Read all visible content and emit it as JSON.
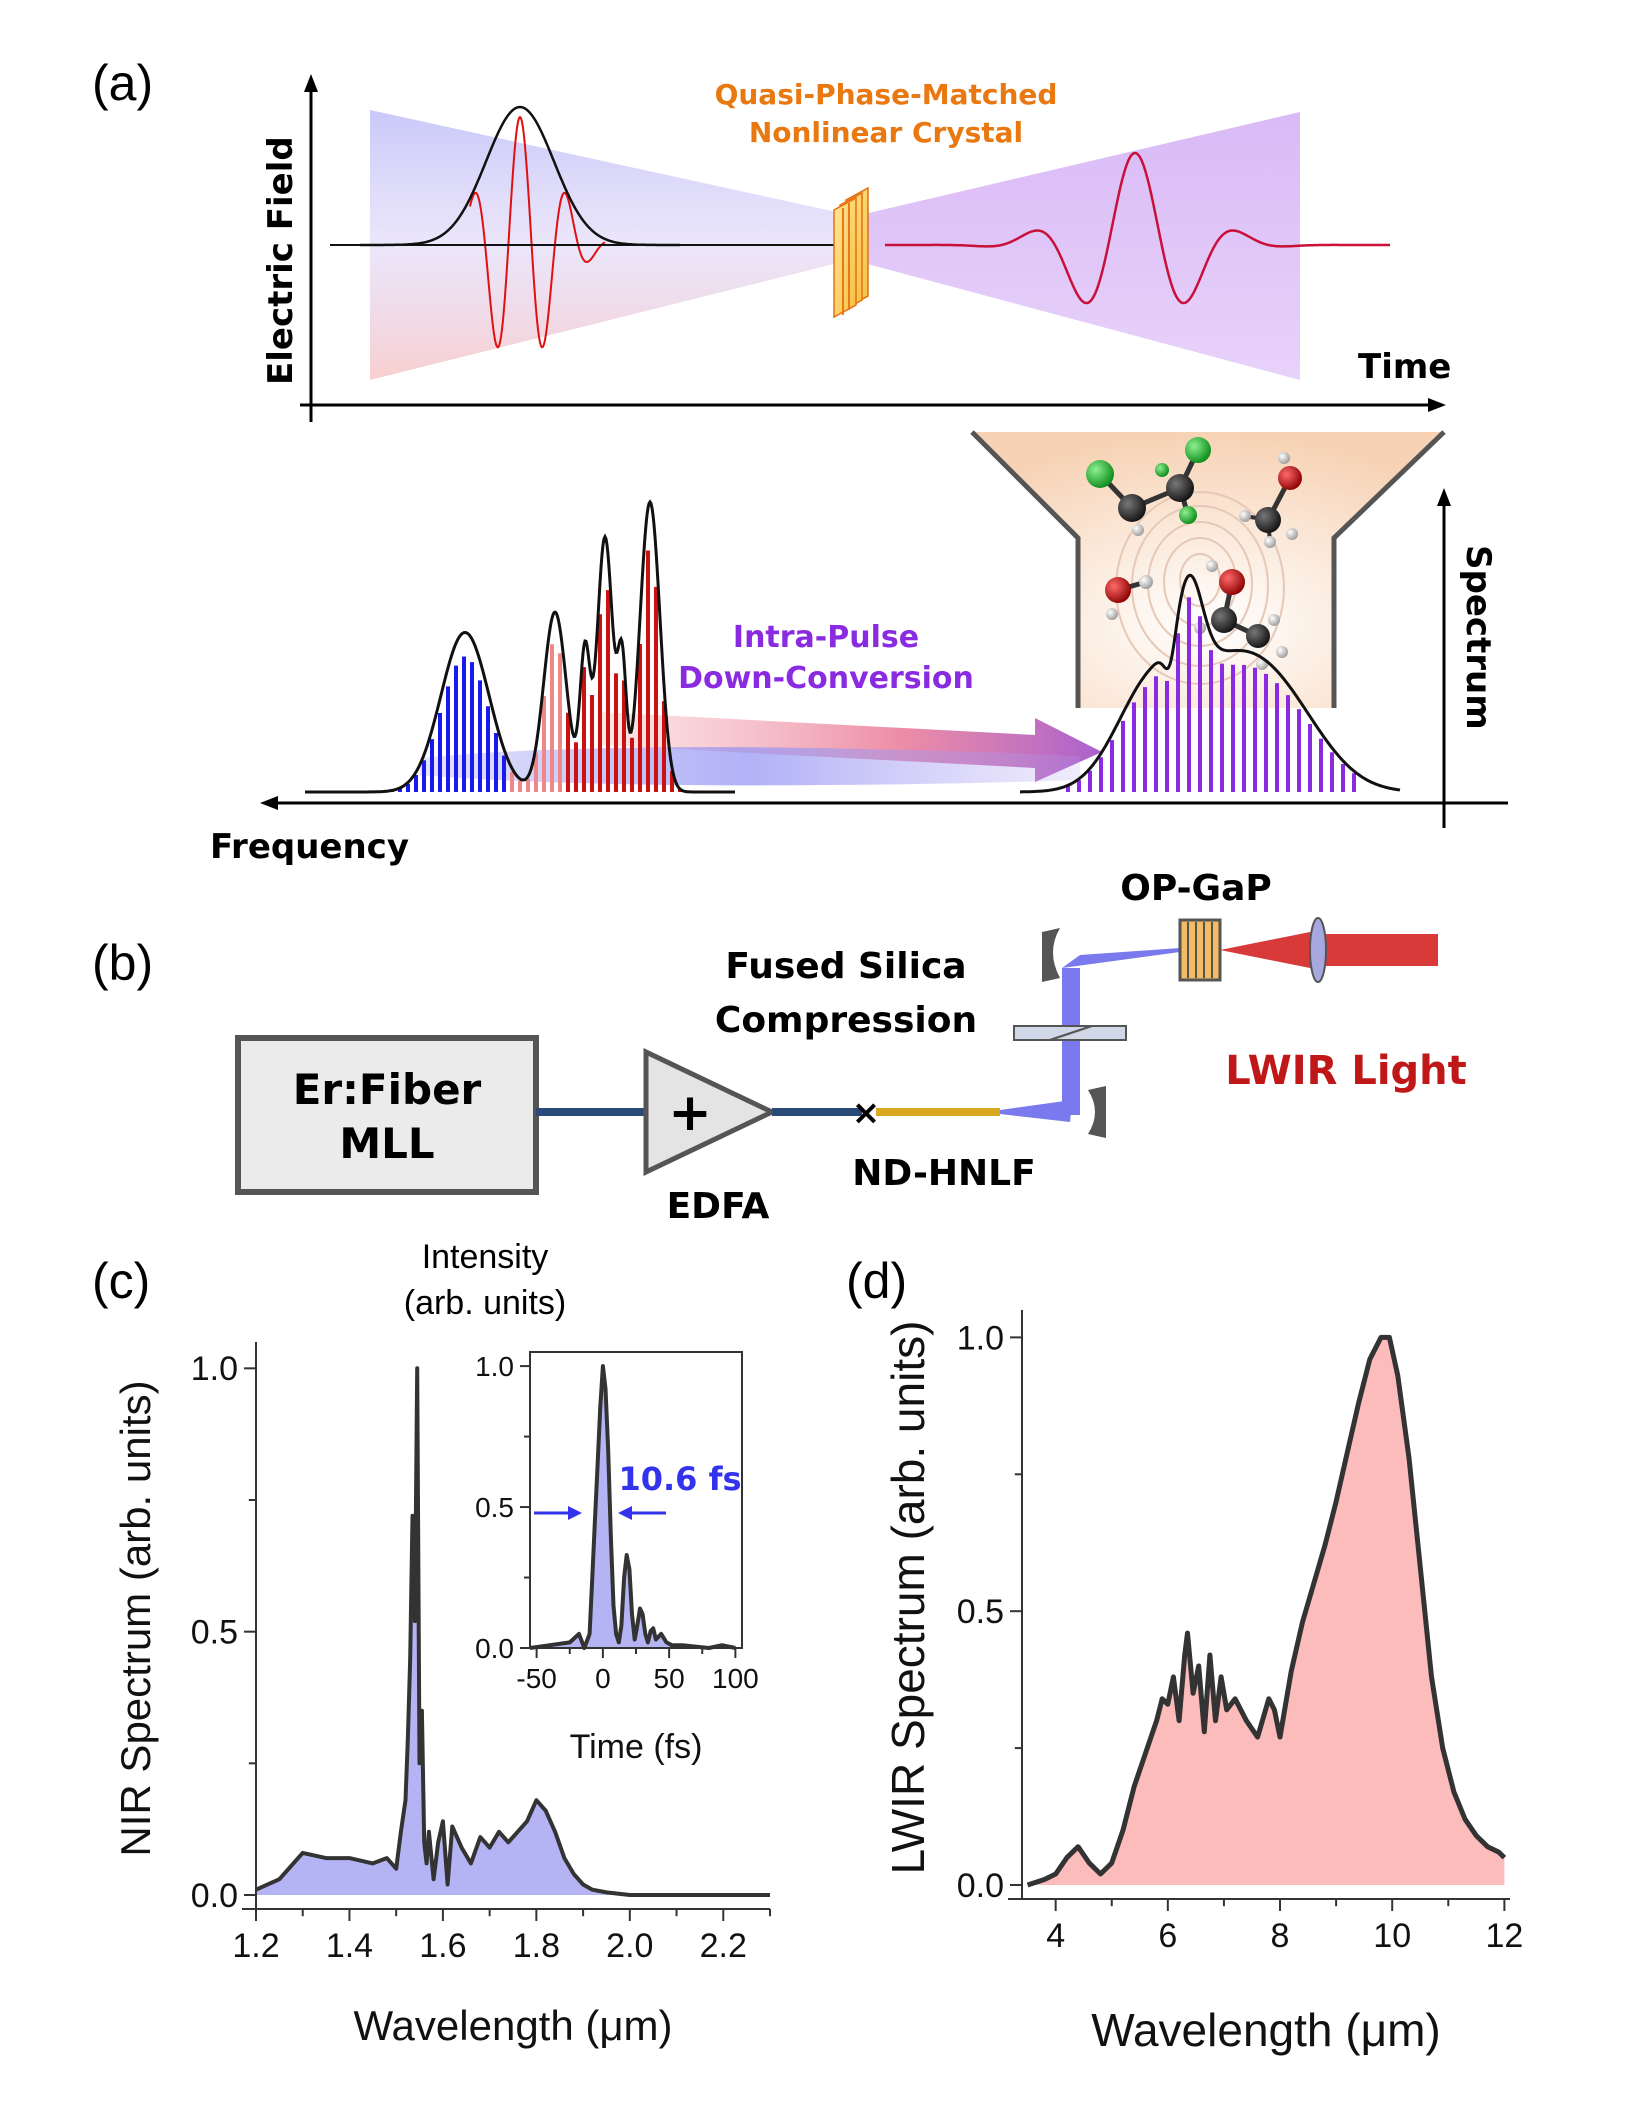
{
  "panels": {
    "a": {
      "label": "(a)",
      "y_axis": "Electric Field",
      "x_axis": "Time",
      "crystal_line1": "Quasi-Phase-Matched",
      "crystal_line2": "Nonlinear Crystal",
      "process_line1": "Intra-Pulse",
      "process_line2": "Down-Conversion",
      "freq_axis": "Frequency",
      "spec_axis": "Spectrum"
    },
    "b": {
      "label": "(b)",
      "laser_line1": "Er:Fiber",
      "laser_line2": "MLL",
      "amp": "EDFA",
      "amp_symbol": "+",
      "splice_symbol": "×",
      "fiber": "ND-HNLF",
      "compression_line1": "Fused Silica",
      "compression_line2": "Compression",
      "crystal": "OP-GaP",
      "output": "LWIR Light"
    },
    "c": {
      "label": "(c)",
      "inset_title_line1": "Intensity",
      "inset_title_line2": "(arb. units)",
      "fwhm_label": "10.6 fs"
    },
    "d": {
      "label": "(d)"
    }
  },
  "colors": {
    "blue": "#1a1aee",
    "red": "#cc1111",
    "purple": "#8a2be2",
    "orange": "#e87a10",
    "nir_fill": "#b4b4f4",
    "lwir_fill": "#fdbcbc",
    "curve": "#333333",
    "lwir_text": "#c01818",
    "fwhm_text": "#3333ee"
  },
  "chart_data": [
    {
      "type": "area",
      "xlabel": "Wavelength (μm)",
      "ylabel": "NIR Spectrum (arb. units)",
      "xlim": [
        1.2,
        2.3
      ],
      "ylim": [
        0,
        1.05
      ],
      "xticks": [
        1.2,
        1.4,
        1.6,
        1.8,
        2.0,
        2.2
      ],
      "xtick_labels": [
        "1.2",
        "1.4",
        "1.6",
        "1.8",
        "2.0",
        "2.2"
      ],
      "yticks": [
        0.0,
        0.5,
        1.0
      ],
      "ytick_labels": [
        "0.0",
        "0.5",
        "1.0"
      ],
      "x": [
        1.2,
        1.25,
        1.3,
        1.35,
        1.4,
        1.45,
        1.48,
        1.5,
        1.51,
        1.52,
        1.525,
        1.53,
        1.535,
        1.54,
        1.545,
        1.55,
        1.555,
        1.56,
        1.565,
        1.57,
        1.58,
        1.59,
        1.6,
        1.61,
        1.62,
        1.64,
        1.66,
        1.68,
        1.7,
        1.72,
        1.74,
        1.76,
        1.78,
        1.8,
        1.82,
        1.84,
        1.86,
        1.88,
        1.9,
        1.92,
        1.95,
        2.0,
        2.1,
        2.2,
        2.3
      ],
      "y": [
        0.01,
        0.03,
        0.08,
        0.07,
        0.07,
        0.06,
        0.07,
        0.05,
        0.12,
        0.18,
        0.3,
        0.45,
        0.72,
        0.52,
        1.0,
        0.25,
        0.35,
        0.1,
        0.06,
        0.12,
        0.03,
        0.1,
        0.14,
        0.02,
        0.13,
        0.09,
        0.06,
        0.11,
        0.09,
        0.12,
        0.1,
        0.12,
        0.14,
        0.18,
        0.16,
        0.12,
        0.07,
        0.04,
        0.02,
        0.01,
        0.005,
        0.0,
        0.0,
        0.0,
        0.0
      ],
      "inset": {
        "type": "area",
        "xlabel": "Time (fs)",
        "xlim": [
          -55,
          105
        ],
        "ylim": [
          0,
          1.05
        ],
        "xticks": [
          -50,
          0,
          50,
          100
        ],
        "xtick_labels": [
          "-50",
          "0",
          "50",
          "100"
        ],
        "yticks": [
          0.0,
          0.5,
          1.0
        ],
        "ytick_labels": [
          "0.0",
          "0.5",
          "1.0"
        ],
        "x": [
          -55,
          -40,
          -25,
          -18,
          -14,
          -10,
          -8,
          -6,
          -4,
          -2,
          0,
          2,
          4,
          6,
          8,
          10,
          12,
          14,
          16,
          18,
          20,
          22,
          24,
          26,
          28,
          30,
          32,
          34,
          36,
          38,
          40,
          44,
          48,
          52,
          60,
          70,
          80,
          90,
          100
        ],
        "y": [
          0.0,
          0.01,
          0.02,
          0.05,
          0.0,
          0.05,
          0.25,
          0.45,
          0.65,
          0.85,
          1.0,
          0.92,
          0.7,
          0.4,
          0.15,
          0.05,
          0.02,
          0.08,
          0.25,
          0.33,
          0.28,
          0.12,
          0.03,
          0.08,
          0.14,
          0.12,
          0.05,
          0.02,
          0.06,
          0.07,
          0.03,
          0.05,
          0.02,
          0.01,
          0.01,
          0.005,
          0.0,
          0.01,
          0.0
        ],
        "fwhm_fs": 10.6
      }
    },
    {
      "type": "area",
      "xlabel": "Wavelength (μm)",
      "ylabel": "LWIR Spectrum (arb. units)",
      "xlim": [
        3.4,
        12.1
      ],
      "ylim": [
        0,
        1.05
      ],
      "xticks": [
        4,
        6,
        8,
        10,
        12
      ],
      "xtick_labels": [
        "4",
        "6",
        "8",
        "10",
        "12"
      ],
      "yticks": [
        0.0,
        0.5,
        1.0
      ],
      "ytick_labels": [
        "0.0",
        "0.5",
        "1.0"
      ],
      "x": [
        3.5,
        3.8,
        4.0,
        4.2,
        4.4,
        4.6,
        4.8,
        5.0,
        5.2,
        5.4,
        5.6,
        5.8,
        5.9,
        6.0,
        6.1,
        6.2,
        6.3,
        6.35,
        6.45,
        6.55,
        6.65,
        6.75,
        6.85,
        6.95,
        7.05,
        7.2,
        7.4,
        7.6,
        7.8,
        7.9,
        8.0,
        8.2,
        8.4,
        8.6,
        8.8,
        9.0,
        9.2,
        9.4,
        9.6,
        9.8,
        9.95,
        10.1,
        10.3,
        10.5,
        10.7,
        10.9,
        11.1,
        11.3,
        11.5,
        11.7,
        11.9,
        12.0
      ],
      "y": [
        0.0,
        0.01,
        0.02,
        0.05,
        0.07,
        0.04,
        0.02,
        0.04,
        0.1,
        0.18,
        0.24,
        0.3,
        0.34,
        0.33,
        0.38,
        0.3,
        0.42,
        0.46,
        0.35,
        0.4,
        0.28,
        0.42,
        0.3,
        0.38,
        0.32,
        0.34,
        0.3,
        0.27,
        0.34,
        0.32,
        0.27,
        0.39,
        0.48,
        0.55,
        0.62,
        0.7,
        0.79,
        0.88,
        0.96,
        1.0,
        1.0,
        0.93,
        0.78,
        0.58,
        0.38,
        0.25,
        0.17,
        0.12,
        0.09,
        0.07,
        0.06,
        0.05
      ]
    }
  ]
}
